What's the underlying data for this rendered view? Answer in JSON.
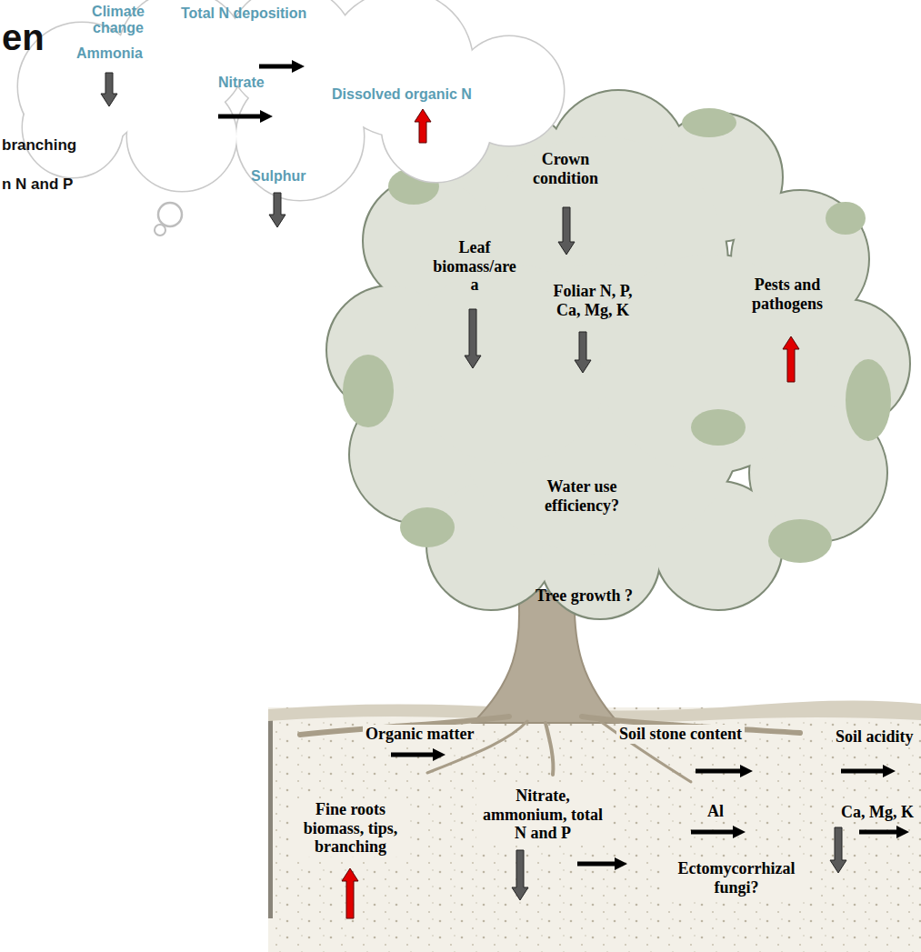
{
  "diagram": {
    "nodes": [
      {
        "text": [
          "Climate change",
          "Total N deposition",
          "Ammonia",
          "Nitrate",
          "Dissolved organic N",
          "Sulphur"
        ]
      }
    ],
    "labels": [
      "en",
      "branching",
      "n N and P",
      "Crown condition",
      "Leaf biomass/are a",
      "Foliar N, P, Ca, Mg, K",
      "Pests and pathogens",
      "Water use efficiency?",
      "Tree growth ?",
      "Organic matter",
      "Soil stone content",
      "Soil acidity",
      "Fine roots biomass, tips, branching",
      "Nitrate, ammonium, total N and P",
      "Al",
      "Ca, Mg, K",
      "Ectomycorrhizal fungi?"
    ]
  }
}
